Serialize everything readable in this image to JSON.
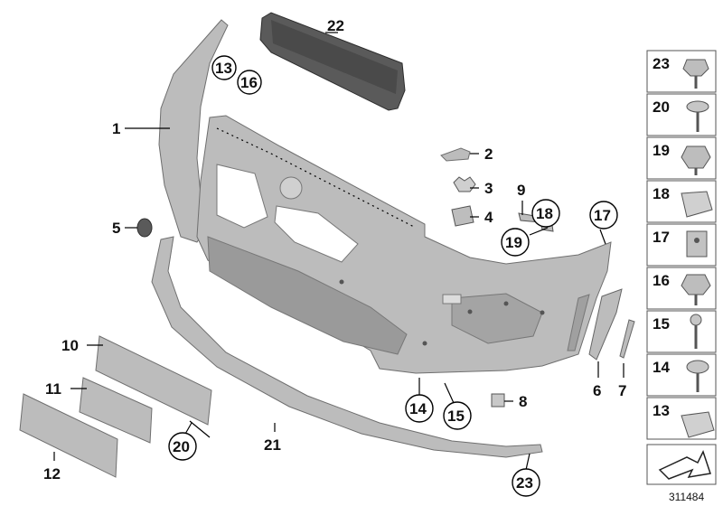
{
  "callouts": {
    "c1": "1",
    "c2": "2",
    "c3": "3",
    "c4": "4",
    "c5": "5",
    "c6": "6",
    "c7": "7",
    "c8": "8",
    "c9": "9",
    "c10": "10",
    "c11": "11",
    "c12": "12",
    "c13a": "13",
    "c14": "14",
    "c15": "15",
    "c16a": "16",
    "c17": "17",
    "c18": "18",
    "c19": "19",
    "c20": "20",
    "c21": "21",
    "c22": "22",
    "c23": "23"
  },
  "sidebar": {
    "items": [
      "23",
      "20",
      "19",
      "18",
      "17",
      "16",
      "15",
      "14",
      "13"
    ]
  },
  "diagram_number": "311484"
}
